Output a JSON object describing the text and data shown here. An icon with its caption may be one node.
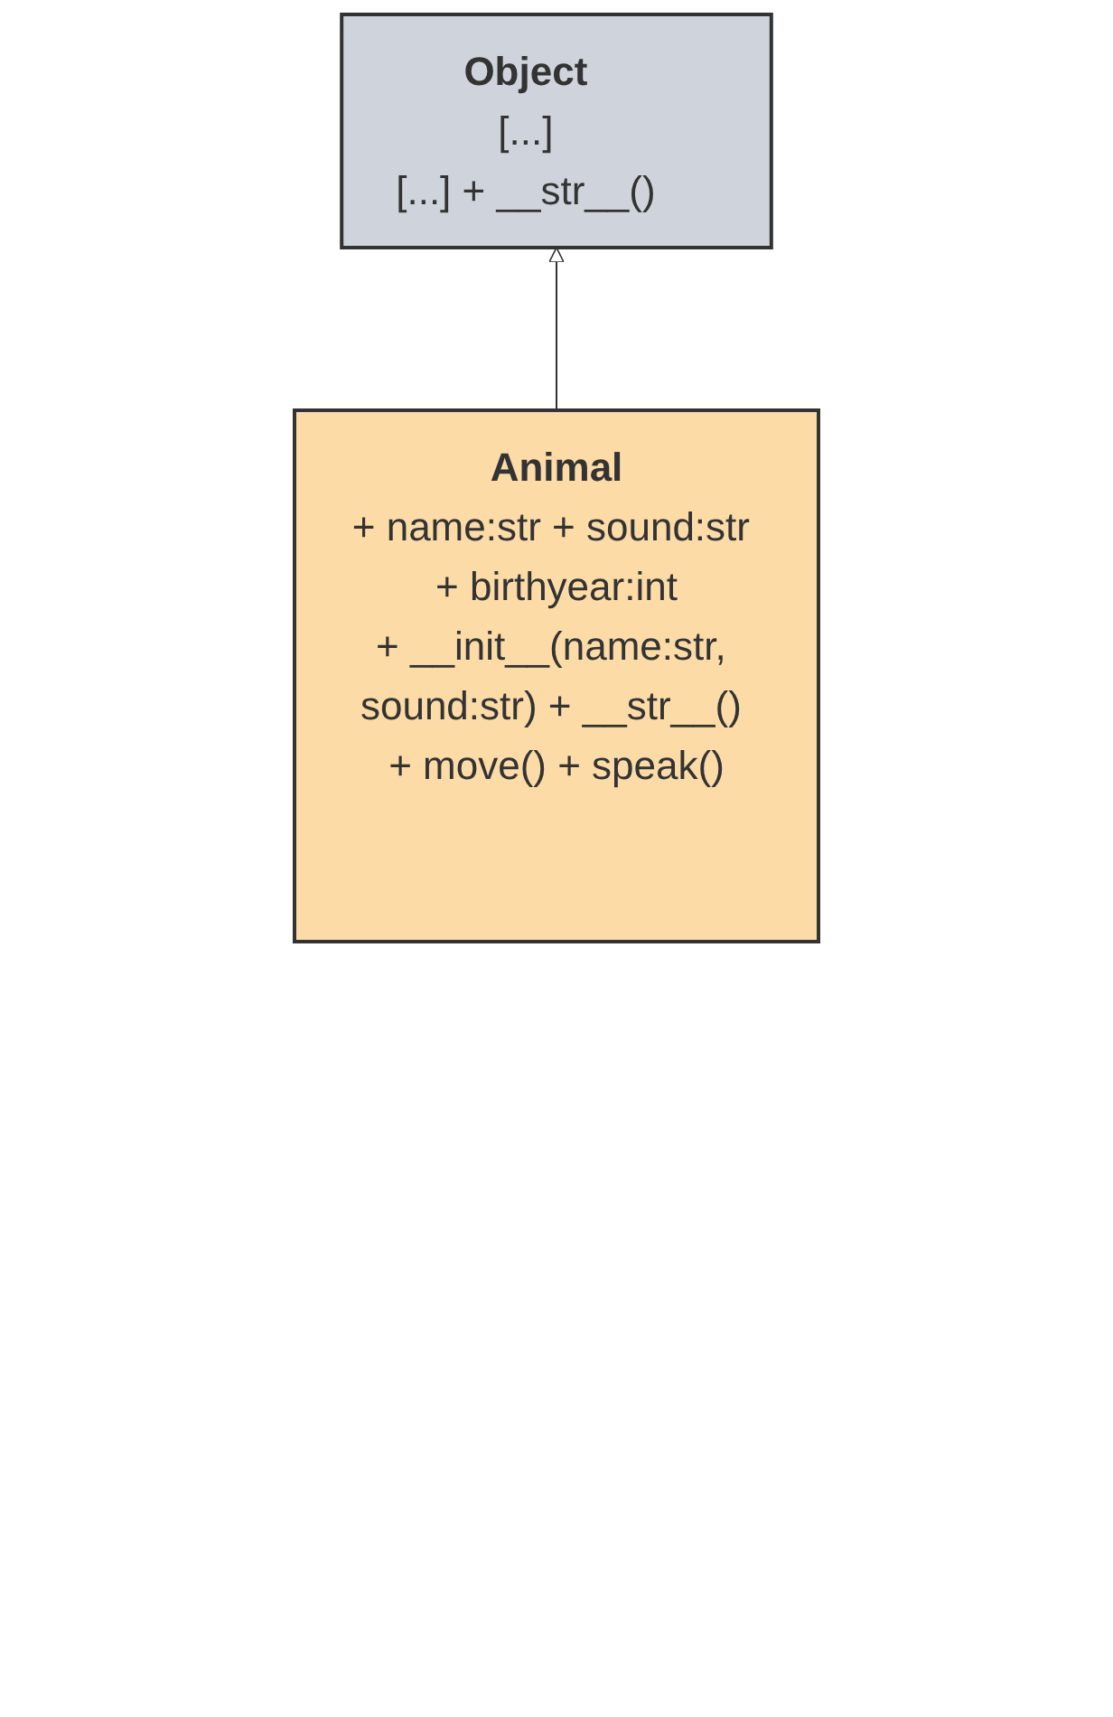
{
  "diagram": {
    "nodes": [
      {
        "text": [
          "Object",
          "[...]",
          "[...] + __str__()"
        ]
      },
      {
        "text": [
          "Animal",
          "+ name:str + sound:str + birthyear:int",
          "+ __init__(name:str, sound:str) + __str__() + move() + speak()"
        ]
      }
    ],
    "edges": [
      {
        "from": 1,
        "to": 0,
        "arrow": "to"
      }
    ]
  }
}
